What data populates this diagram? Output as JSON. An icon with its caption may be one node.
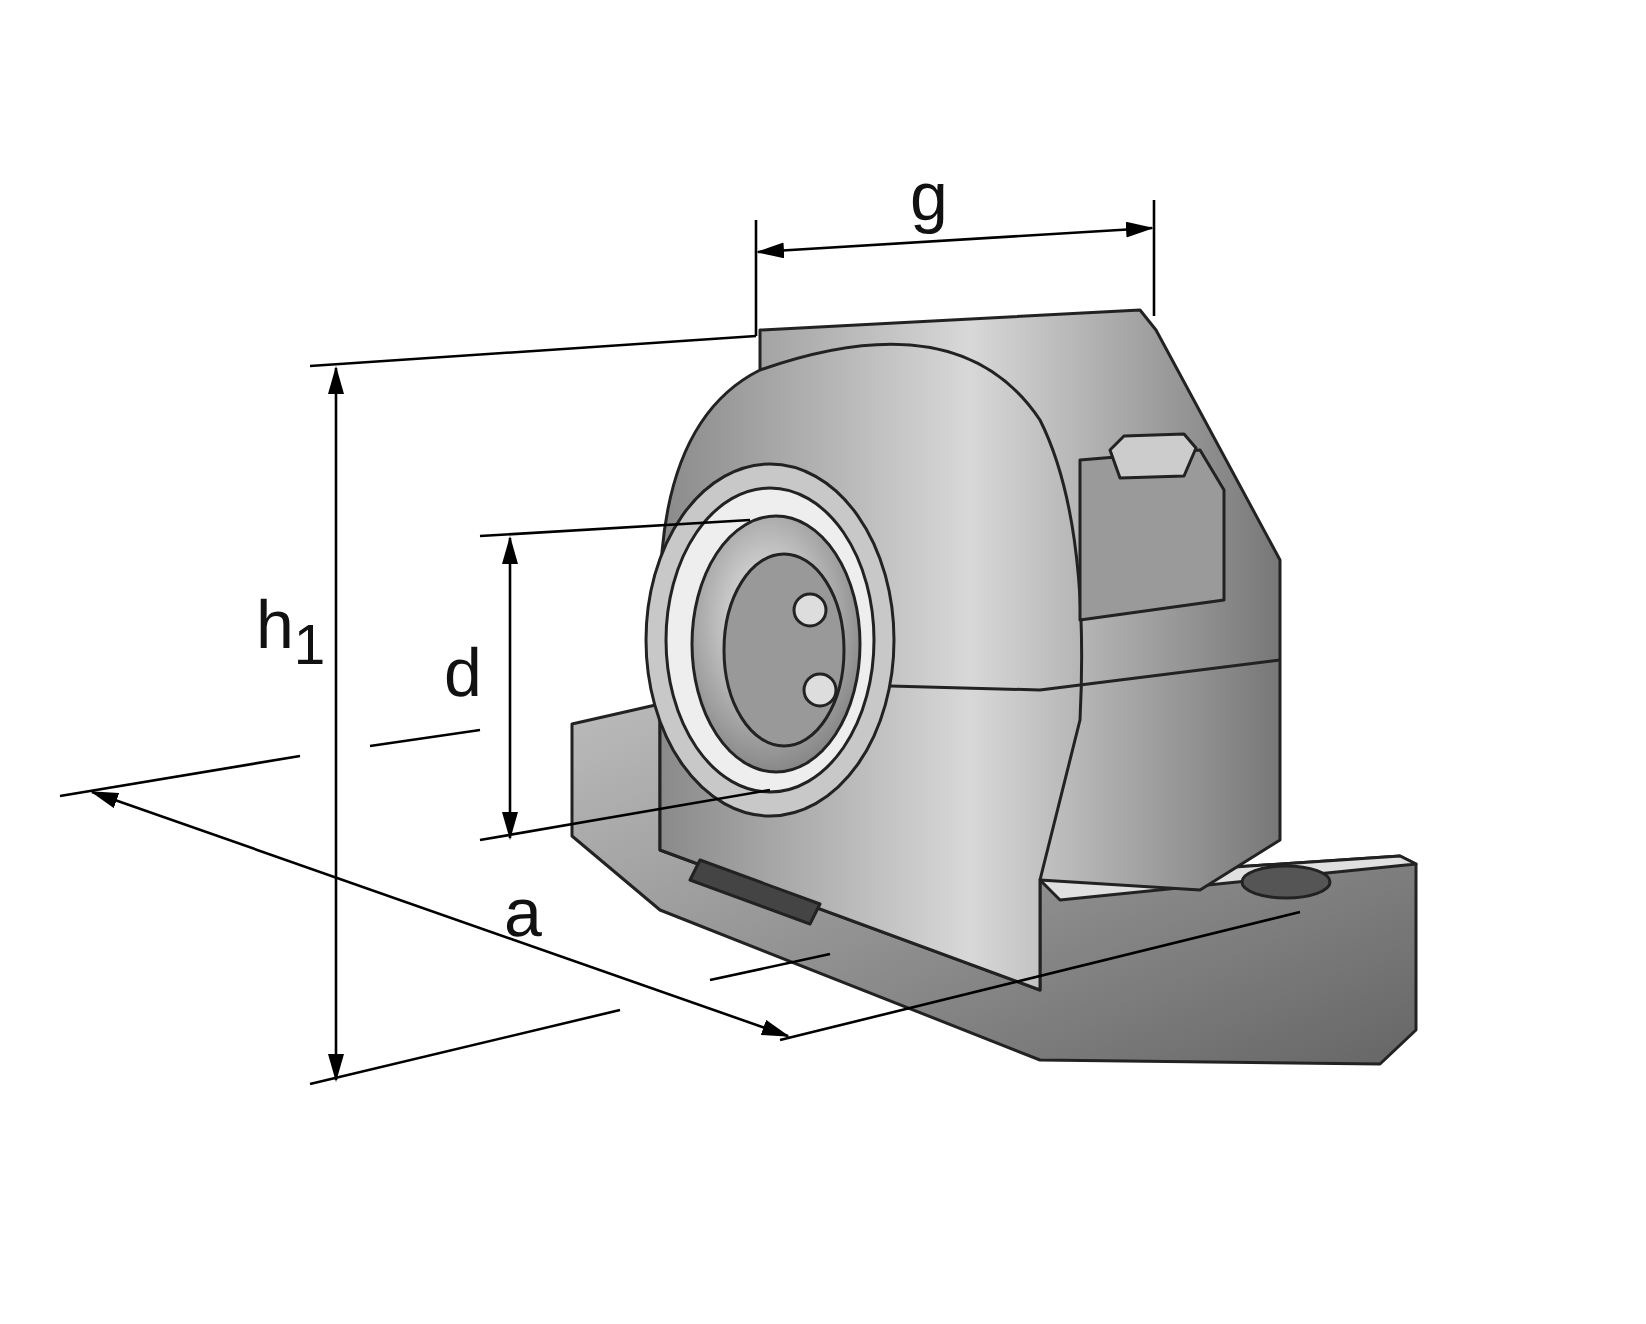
{
  "diagram": {
    "labels": [
      "g",
      "h$_{1}$",
      "d",
      "a"
    ]
  }
}
